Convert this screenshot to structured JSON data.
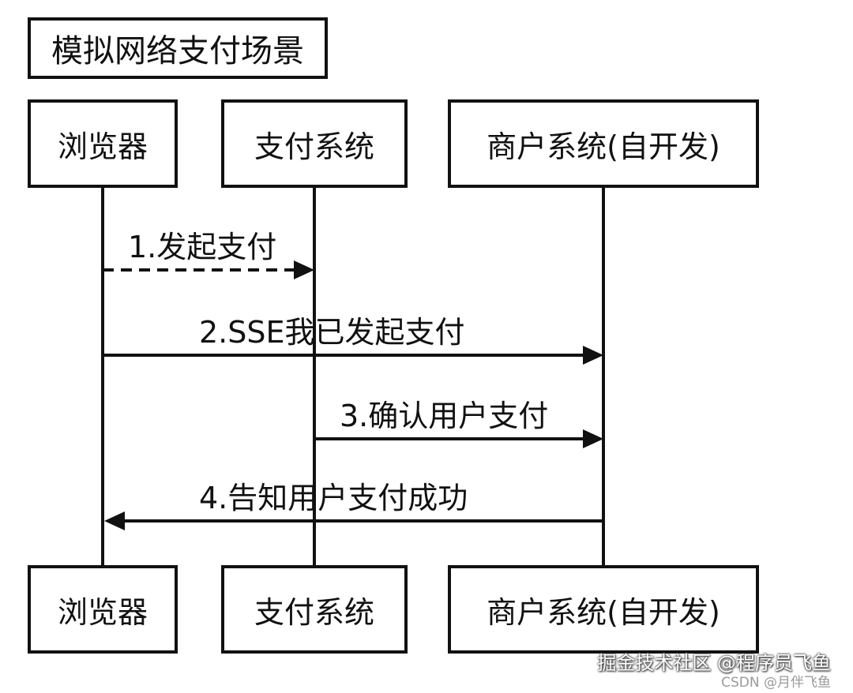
{
  "title": "模拟网络支付场景",
  "participants": {
    "browser": "浏览器",
    "payment": "支付系统",
    "merchant": "商户系统(自开发)"
  },
  "messages": [
    {
      "label": "1.发起支付",
      "from": "browser",
      "to": "payment",
      "style": "dashed"
    },
    {
      "label": "2.SSE我已发起支付",
      "from": "browser",
      "to": "merchant",
      "style": "solid"
    },
    {
      "label": "3.确认用户支付",
      "from": "payment",
      "to": "merchant",
      "style": "solid"
    },
    {
      "label": "4.告知用户支付成功",
      "from": "merchant",
      "to": "browser",
      "style": "solid"
    }
  ],
  "watermark": {
    "line1": "掘金技术社区 @程序员飞鱼",
    "line2": "CSDN @月伴飞鱼"
  }
}
